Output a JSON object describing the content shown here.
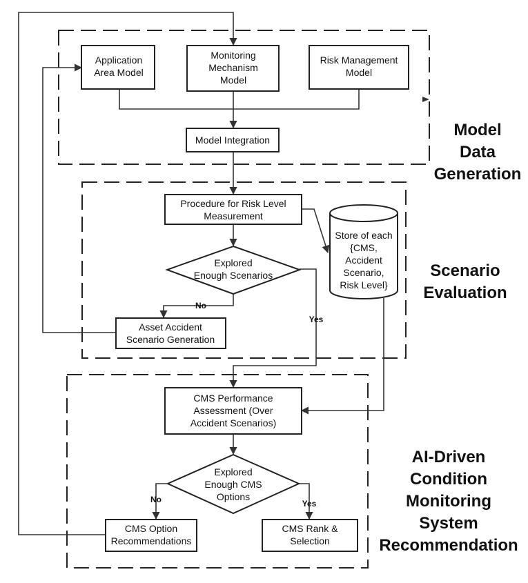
{
  "sections": {
    "model_data_generation": [
      "Model",
      "Data",
      "Generation"
    ],
    "scenario_evaluation": [
      "Scenario",
      "Evaluation"
    ],
    "ai_driven": [
      "AI-Driven",
      "Condition",
      "Monitoring",
      "System",
      "Recommendation"
    ]
  },
  "nodes": {
    "application_area_model": [
      "Application",
      "Area Model"
    ],
    "monitoring_mechanism_model": [
      "Monitoring",
      "Mechanism",
      "Model"
    ],
    "risk_management_model": [
      "Risk Management",
      "Model"
    ],
    "model_integration": [
      "Model Integration"
    ],
    "procedure_risk_level": [
      "Procedure for Risk Level",
      "Measurement"
    ],
    "explored_scenarios": [
      "Explored",
      "Enough Scenarios"
    ],
    "asset_accident_generation": [
      "Asset Accident",
      "Scenario Generation"
    ],
    "store": [
      "Store of each",
      "{CMS,",
      "Accident",
      "Scenario,",
      "Risk Level}"
    ],
    "cms_performance": [
      "CMS Performance",
      "Assessment (Over",
      "Accident Scenarios)"
    ],
    "explored_cms": [
      "Explored",
      "Enough CMS",
      "Options"
    ],
    "cms_option_recommendations": [
      "CMS Option",
      "Recommendations"
    ],
    "cms_rank_selection": [
      "CMS Rank &",
      "Selection"
    ]
  },
  "edge_labels": {
    "no_scenarios": "No",
    "yes_scenarios": "Yes",
    "no_cms": "No",
    "yes_cms": "Yes"
  }
}
